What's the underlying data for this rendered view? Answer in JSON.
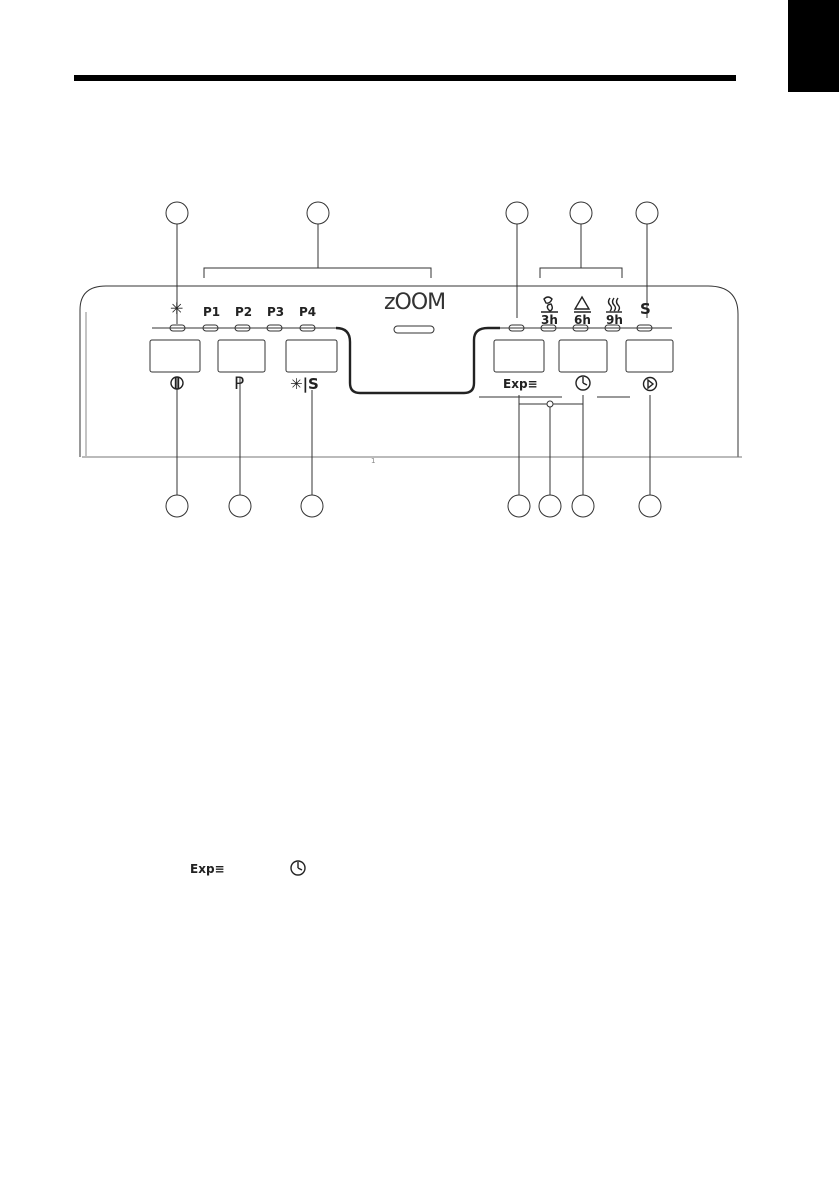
{
  "logo": "zOOM",
  "leds_left": [
    "P1",
    "P2",
    "P3",
    "P4"
  ],
  "leds_right": [
    "3h",
    "6h",
    "9h"
  ],
  "icons": {
    "snowflake": "snowflake-icon",
    "power": "power-icon",
    "program": "P",
    "wash_salt": "✳|S",
    "express": "Exp≡",
    "delay": "clock-icon",
    "start": "start-icon",
    "fan": "fan-icon",
    "warning": "warning-icon",
    "heat": "heat-icon",
    "salt": "S"
  },
  "legend": {
    "express": "Exp≡",
    "delay": "clock-icon"
  },
  "panel_mark": "1"
}
